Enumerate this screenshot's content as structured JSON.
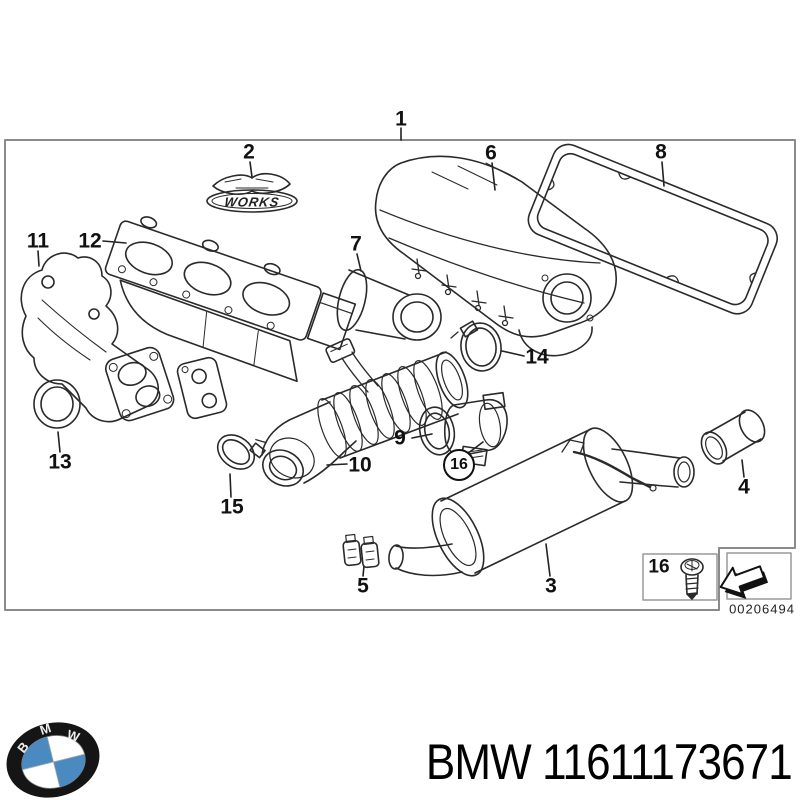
{
  "diagram": {
    "callouts": [
      {
        "id": "frame",
        "label": "1"
      },
      {
        "id": "works-emblem",
        "label": "2"
      },
      {
        "id": "air-filter-housing",
        "label": "6"
      },
      {
        "id": "profile-gasket",
        "label": "8"
      },
      {
        "id": "exhaust-manifold",
        "label": "11"
      },
      {
        "id": "manifold-plate",
        "label": "12"
      },
      {
        "id": "intake-duct",
        "label": "7"
      },
      {
        "id": "hose-clamp-large",
        "label": "14"
      },
      {
        "id": "sealing-ring",
        "label": "13"
      },
      {
        "id": "air-mass-sensor",
        "label": "9"
      },
      {
        "id": "intake-hose",
        "label": "10"
      },
      {
        "id": "screw-circled",
        "label": "16"
      },
      {
        "id": "hose-clamp-small",
        "label": "15"
      },
      {
        "id": "pipe-clamp",
        "label": "5"
      },
      {
        "id": "rear-muffler",
        "label": "3"
      },
      {
        "id": "tailpipe-sleeve",
        "label": "4"
      }
    ],
    "emblem_text": "WORKS",
    "inset_screw_label": "16",
    "stamp_number": "00206494"
  },
  "footer": {
    "brand": "BMW",
    "part_number": "11611173671",
    "logo_letters": [
      "B",
      "M",
      "W"
    ]
  },
  "colors": {
    "line": "#2a2a2a",
    "frame_border": "#8a8a8a",
    "label_text": "#111111",
    "logo_blue": "#4a8ac0",
    "logo_ring": "#151515",
    "background": "#ffffff"
  }
}
